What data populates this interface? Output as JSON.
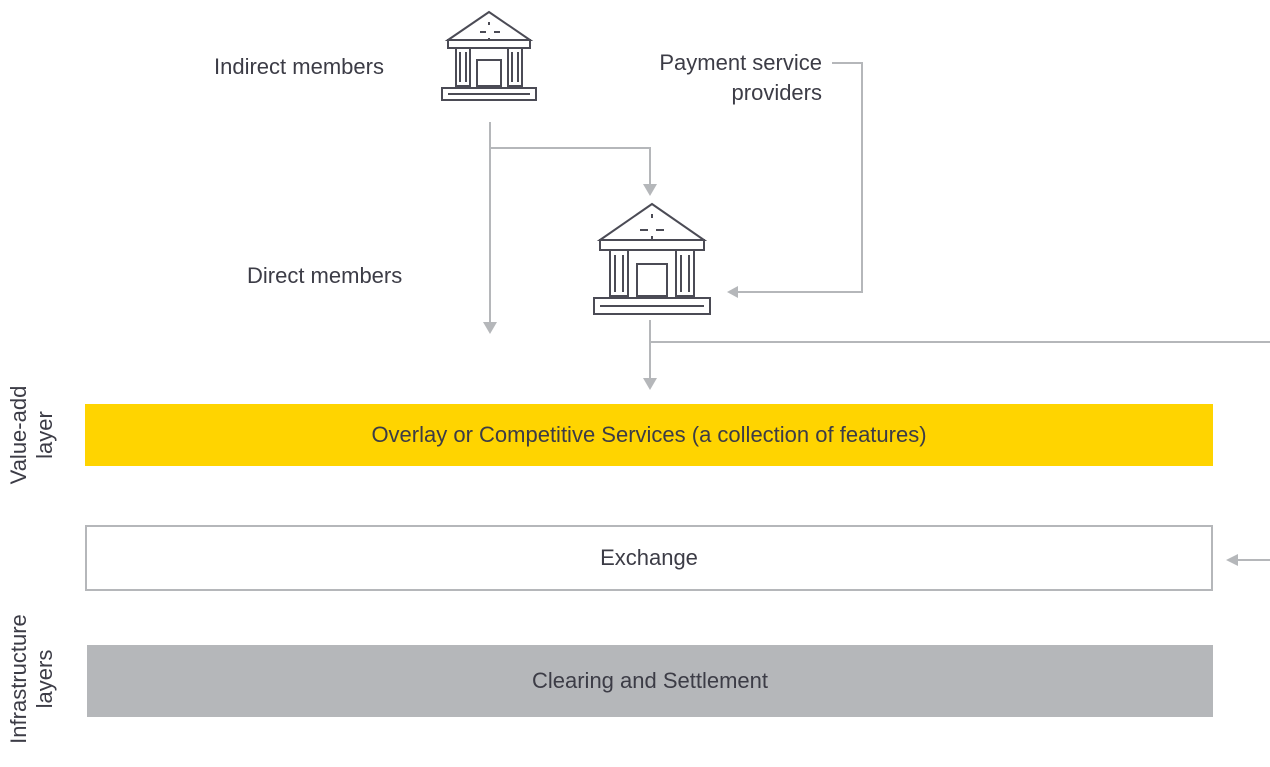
{
  "labels": {
    "indirect_members": "Indirect members",
    "payment_providers_line1": "Payment service",
    "payment_providers_line2": "providers",
    "direct_members": "Direct members"
  },
  "layers": {
    "overlay": "Overlay or Competitive Services (a collection of features)",
    "exchange": "Exchange",
    "clearing": "Clearing and Settlement"
  },
  "side_labels": {
    "value_add_line1": "Value-add",
    "value_add_line2": "layer",
    "infrastructure_line1": "Infrastructure",
    "infrastructure_line2": "layers"
  },
  "colors": {
    "overlay": "#ffd400",
    "clearing": "#b5b7ba",
    "exchange_border": "#b5b7ba",
    "connector": "#b5b7ba",
    "icon_stroke": "#4b4b55",
    "text": "#3c3c46"
  },
  "icons": [
    "bank-building-icon",
    "bank-building-icon"
  ]
}
